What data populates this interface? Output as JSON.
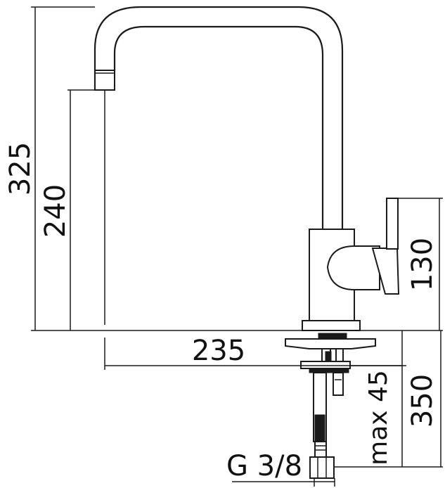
{
  "dimensions": {
    "overall_height": "325",
    "spout_height": "240",
    "handle_height": "130",
    "spout_reach": "235",
    "hose_length": "350",
    "max_thickness": "max 45",
    "thread": "G 3/8"
  }
}
